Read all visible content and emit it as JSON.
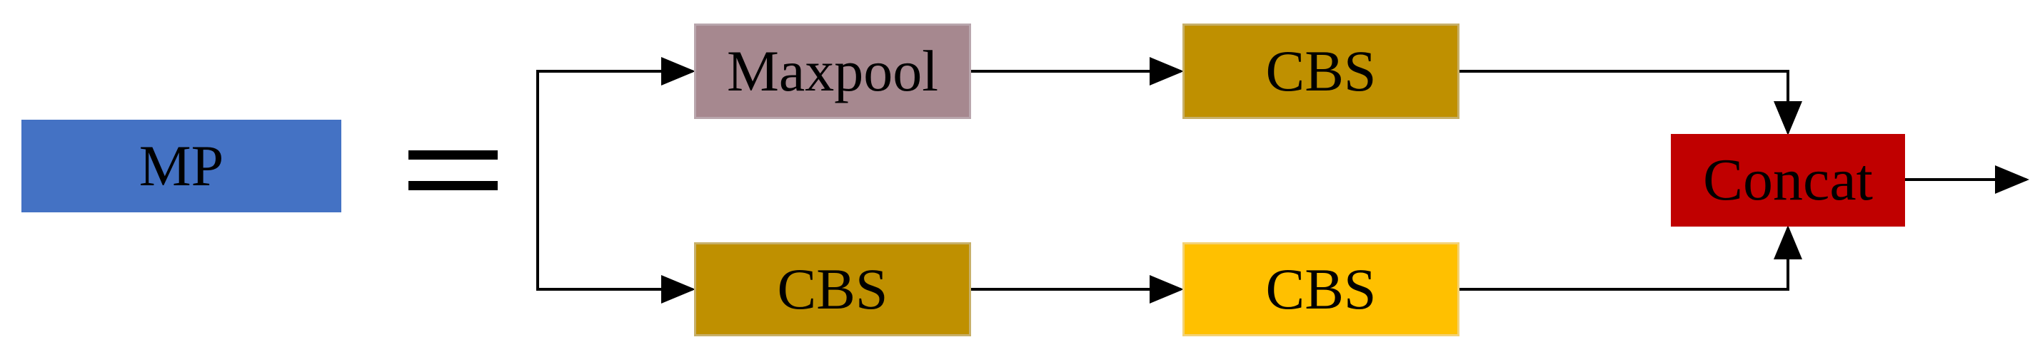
{
  "diagram": {
    "lhs": {
      "label": "MP",
      "fill": "#4472c4"
    },
    "equals": "=",
    "top_branch": {
      "maxpool": {
        "label": "Maxpool",
        "fill": "#a6888f"
      },
      "cbs": {
        "label": "CBS",
        "fill": "#bf9000"
      }
    },
    "bottom_branch": {
      "cbs_first": {
        "label": "CBS",
        "fill": "#bf9000"
      },
      "cbs_second": {
        "label": "CBS",
        "fill": "#ffc000"
      }
    },
    "merge": {
      "label": "Concat",
      "fill": "#c00000"
    },
    "edges": [
      {
        "from": "MP",
        "to": "Maxpool"
      },
      {
        "from": "MP",
        "to": "CBS (bottom 1)"
      },
      {
        "from": "Maxpool",
        "to": "CBS (top)"
      },
      {
        "from": "CBS (bottom 1)",
        "to": "CBS (bottom 2)"
      },
      {
        "from": "CBS (top)",
        "to": "Concat"
      },
      {
        "from": "CBS (bottom 2)",
        "to": "Concat"
      },
      {
        "from": "Concat",
        "to": "output"
      }
    ],
    "line_color": "#000000"
  }
}
